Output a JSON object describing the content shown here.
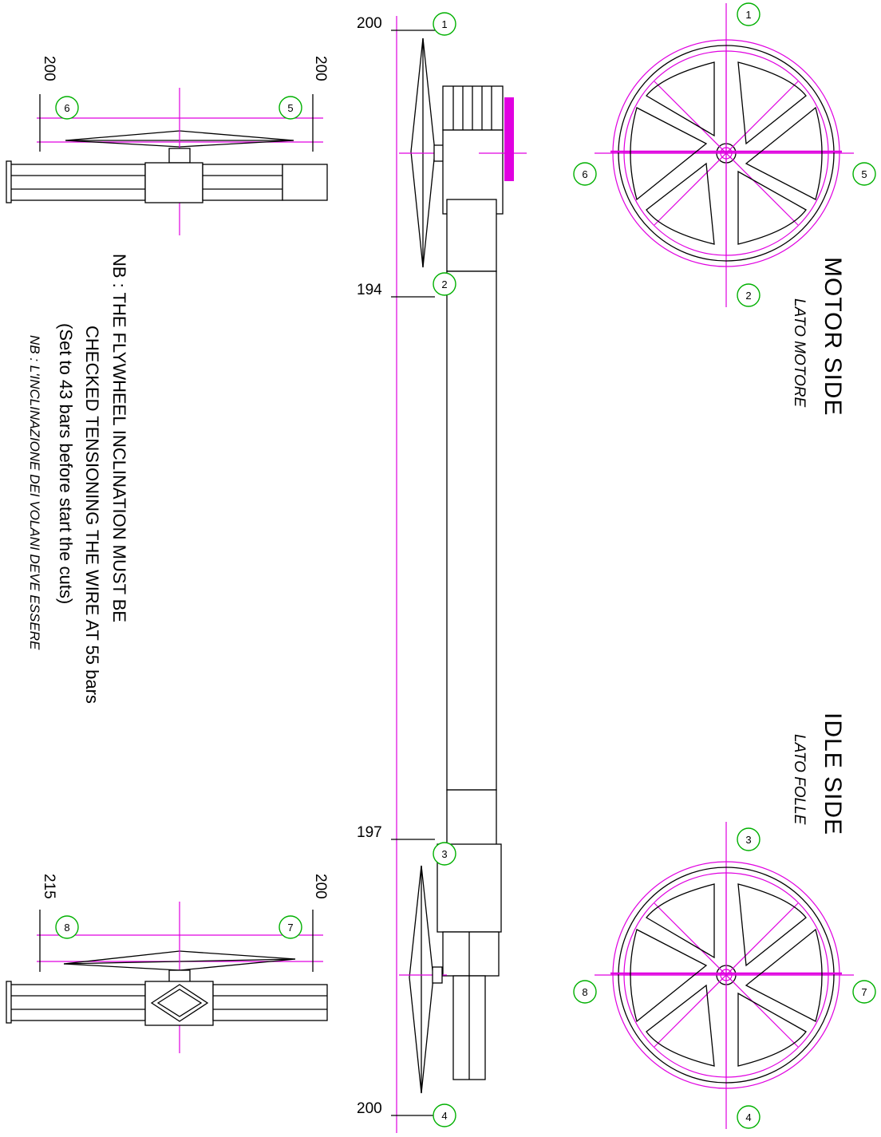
{
  "views": {
    "motor_side": {
      "title": "MOTOR SIDE",
      "subtitle": "LATO MOTORE",
      "markers": [
        "1",
        "5",
        "2",
        "6"
      ]
    },
    "idle_side": {
      "title": "IDLE SIDE",
      "subtitle": "LATO FOLLE",
      "markers": [
        "3",
        "7",
        "4",
        "8"
      ]
    }
  },
  "dimensions": {
    "d1": "200",
    "d2": "194",
    "d3": "197",
    "d4": "200",
    "d5": "200",
    "d6": "200",
    "d7": "200",
    "d8": "215"
  },
  "side_markers": {
    "m1": "1",
    "m2": "2",
    "m3": "3",
    "m4": "4",
    "m5": "5",
    "m6": "6",
    "m7": "7",
    "m8": "8"
  },
  "note": {
    "line1": "NB : THE FLYWHEEL INCLINATION MUST BE",
    "line2": "CHECKED TENSIONING THE WIRE AT 55 bars",
    "line3": "(Set to 43 bars before start the cuts)",
    "line4": "NB : L'INCLINAZIONE DEI VOLANI DEVE ESSERE"
  },
  "colors": {
    "wheel": "#e000e0",
    "marker": "#00b000",
    "line": "#000000"
  }
}
